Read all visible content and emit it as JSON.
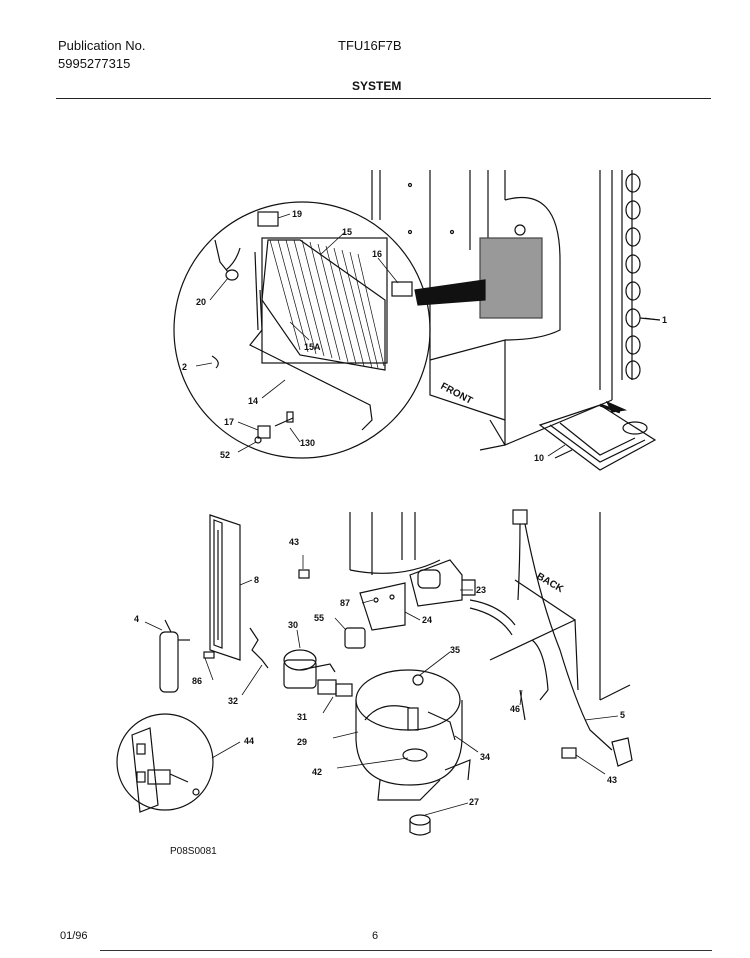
{
  "header": {
    "publication_label": "Publication No.",
    "publication_number": "5995277315",
    "model": "TFU16F7B",
    "section": "SYSTEM"
  },
  "parts": {
    "p1": "1",
    "p2": "2",
    "p4": "4",
    "p5": "5",
    "p8": "8",
    "p10": "10",
    "p14": "14",
    "p15": "15",
    "p15a": "15A",
    "p16": "16",
    "p17": "17",
    "p19": "19",
    "p20": "20",
    "p23": "23",
    "p24": "24",
    "p27": "27",
    "p29": "29",
    "p30": "30",
    "p31": "31",
    "p32": "32",
    "p34": "34",
    "p35": "35",
    "p42": "42",
    "p43a": "43",
    "p43b": "43",
    "p44": "44",
    "p46": "46",
    "p52": "52",
    "p55": "55",
    "p86": "86",
    "p87": "87",
    "p130": "130"
  },
  "labels": {
    "front": "FRONT",
    "back": "BACK"
  },
  "drawing_code": "P08S0081",
  "footer": {
    "date": "01/96",
    "page": "6"
  }
}
